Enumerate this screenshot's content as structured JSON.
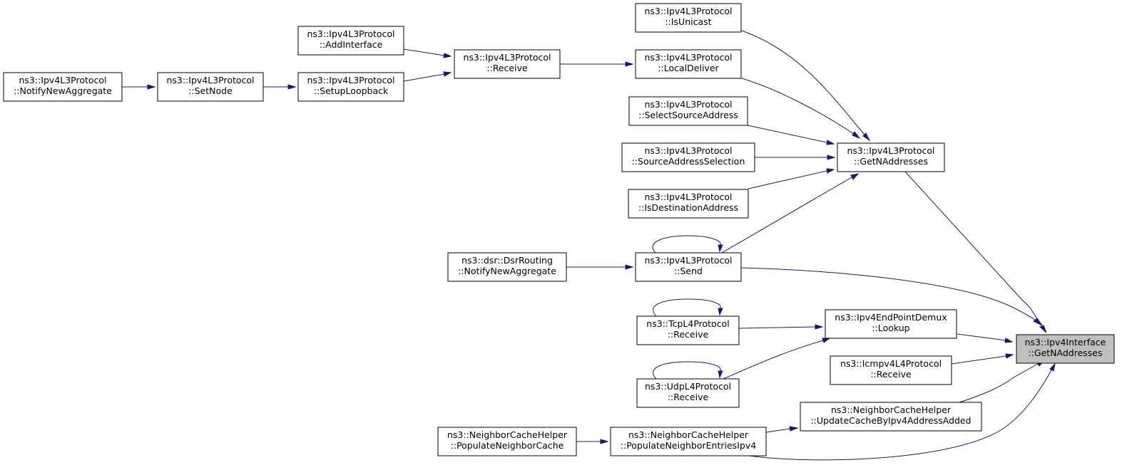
{
  "graph": {
    "nodes": [
      {
        "id": "target",
        "line1": "ns3::Ipv4Interface",
        "line2": "::GetNAddresses"
      },
      {
        "id": "ipv4l3_getnaddr",
        "line1": "ns3::Ipv4L3Protocol",
        "line2": "::GetNAddresses"
      },
      {
        "id": "isunicast",
        "line1": "ns3::Ipv4L3Protocol",
        "line2": "::IsUnicast"
      },
      {
        "id": "localdeliver",
        "line1": "ns3::Ipv4L3Protocol",
        "line2": "::LocalDeliver"
      },
      {
        "id": "selectsrc",
        "line1": "ns3::Ipv4L3Protocol",
        "line2": "::SelectSourceAddress"
      },
      {
        "id": "srcaddrsel",
        "line1": "ns3::Ipv4L3Protocol",
        "line2": "::SourceAddressSelection"
      },
      {
        "id": "isdest",
        "line1": "ns3::Ipv4L3Protocol",
        "line2": "::IsDestinationAddress"
      },
      {
        "id": "send",
        "line1": "ns3::Ipv4L3Protocol",
        "line2": "::Send"
      },
      {
        "id": "receive_ipv4",
        "line1": "ns3::Ipv4L3Protocol",
        "line2": "::Receive"
      },
      {
        "id": "addinterface",
        "line1": "ns3::Ipv4L3Protocol",
        "line2": "::AddInterface"
      },
      {
        "id": "setuploopback",
        "line1": "ns3::Ipv4L3Protocol",
        "line2": "::SetupLoopback"
      },
      {
        "id": "setnode",
        "line1": "ns3::Ipv4L3Protocol",
        "line2": "::SetNode"
      },
      {
        "id": "notifyagg_ipv4",
        "line1": "ns3::Ipv4L3Protocol",
        "line2": "::NotifyNewAggregate"
      },
      {
        "id": "dsr_notify",
        "line1": "ns3::dsr::DsrRouting",
        "line2": "::NotifyNewAggregate"
      },
      {
        "id": "lookup",
        "line1": "ns3::Ipv4EndPointDemux",
        "line2": "::Lookup"
      },
      {
        "id": "tcp_receive",
        "line1": "ns3::TcpL4Protocol",
        "line2": "::Receive"
      },
      {
        "id": "udp_receive",
        "line1": "ns3::UdpL4Protocol",
        "line2": "::Receive"
      },
      {
        "id": "icmp_receive",
        "line1": "ns3::Icmpv4L4Protocol",
        "line2": "::Receive"
      },
      {
        "id": "updatecache",
        "line1": "ns3::NeighborCacheHelper",
        "line2": "::UpdateCacheByIpv4AddressAdded"
      },
      {
        "id": "populate_entries",
        "line1": "ns3::NeighborCacheHelper",
        "line2": "::PopulateNeighborEntriesIpv4"
      },
      {
        "id": "populate_cache",
        "line1": "ns3::NeighborCacheHelper",
        "line2": "::PopulateNeighborCache"
      }
    ],
    "edges": [
      {
        "id": "e1",
        "from": "ipv4l3_getnaddr",
        "to": "target"
      },
      {
        "id": "e2",
        "from": "send",
        "to": "target"
      },
      {
        "id": "e3",
        "from": "lookup",
        "to": "target"
      },
      {
        "id": "e4",
        "from": "icmp_receive",
        "to": "target"
      },
      {
        "id": "e5",
        "from": "updatecache",
        "to": "target"
      },
      {
        "id": "e6",
        "from": "populate_entries",
        "to": "target"
      },
      {
        "id": "e7",
        "from": "isunicast",
        "to": "ipv4l3_getnaddr"
      },
      {
        "id": "e8",
        "from": "localdeliver",
        "to": "ipv4l3_getnaddr"
      },
      {
        "id": "e9",
        "from": "selectsrc",
        "to": "ipv4l3_getnaddr"
      },
      {
        "id": "e10",
        "from": "srcaddrsel",
        "to": "ipv4l3_getnaddr"
      },
      {
        "id": "e11",
        "from": "isdest",
        "to": "ipv4l3_getnaddr"
      },
      {
        "id": "e12",
        "from": "send",
        "to": "ipv4l3_getnaddr"
      },
      {
        "id": "e13",
        "from": "receive_ipv4",
        "to": "localdeliver"
      },
      {
        "id": "e14",
        "from": "addinterface",
        "to": "receive_ipv4"
      },
      {
        "id": "e15",
        "from": "setuploopback",
        "to": "receive_ipv4"
      },
      {
        "id": "e16",
        "from": "setnode",
        "to": "setuploopback"
      },
      {
        "id": "e17",
        "from": "notifyagg_ipv4",
        "to": "setnode"
      },
      {
        "id": "e18",
        "from": "send",
        "to": "send"
      },
      {
        "id": "e19",
        "from": "dsr_notify",
        "to": "send"
      },
      {
        "id": "e20",
        "from": "tcp_receive",
        "to": "lookup"
      },
      {
        "id": "e21",
        "from": "udp_receive",
        "to": "lookup"
      },
      {
        "id": "e22",
        "from": "tcp_receive",
        "to": "tcp_receive"
      },
      {
        "id": "e23",
        "from": "udp_receive",
        "to": "udp_receive"
      },
      {
        "id": "e24",
        "from": "populate_entries",
        "to": "updatecache"
      },
      {
        "id": "e25",
        "from": "populate_cache",
        "to": "populate_entries"
      }
    ]
  },
  "colors": {
    "edge": "#191970",
    "node_border": "#000000",
    "node_fill": "#ffffff",
    "target_fill": "#bfbfbf"
  }
}
